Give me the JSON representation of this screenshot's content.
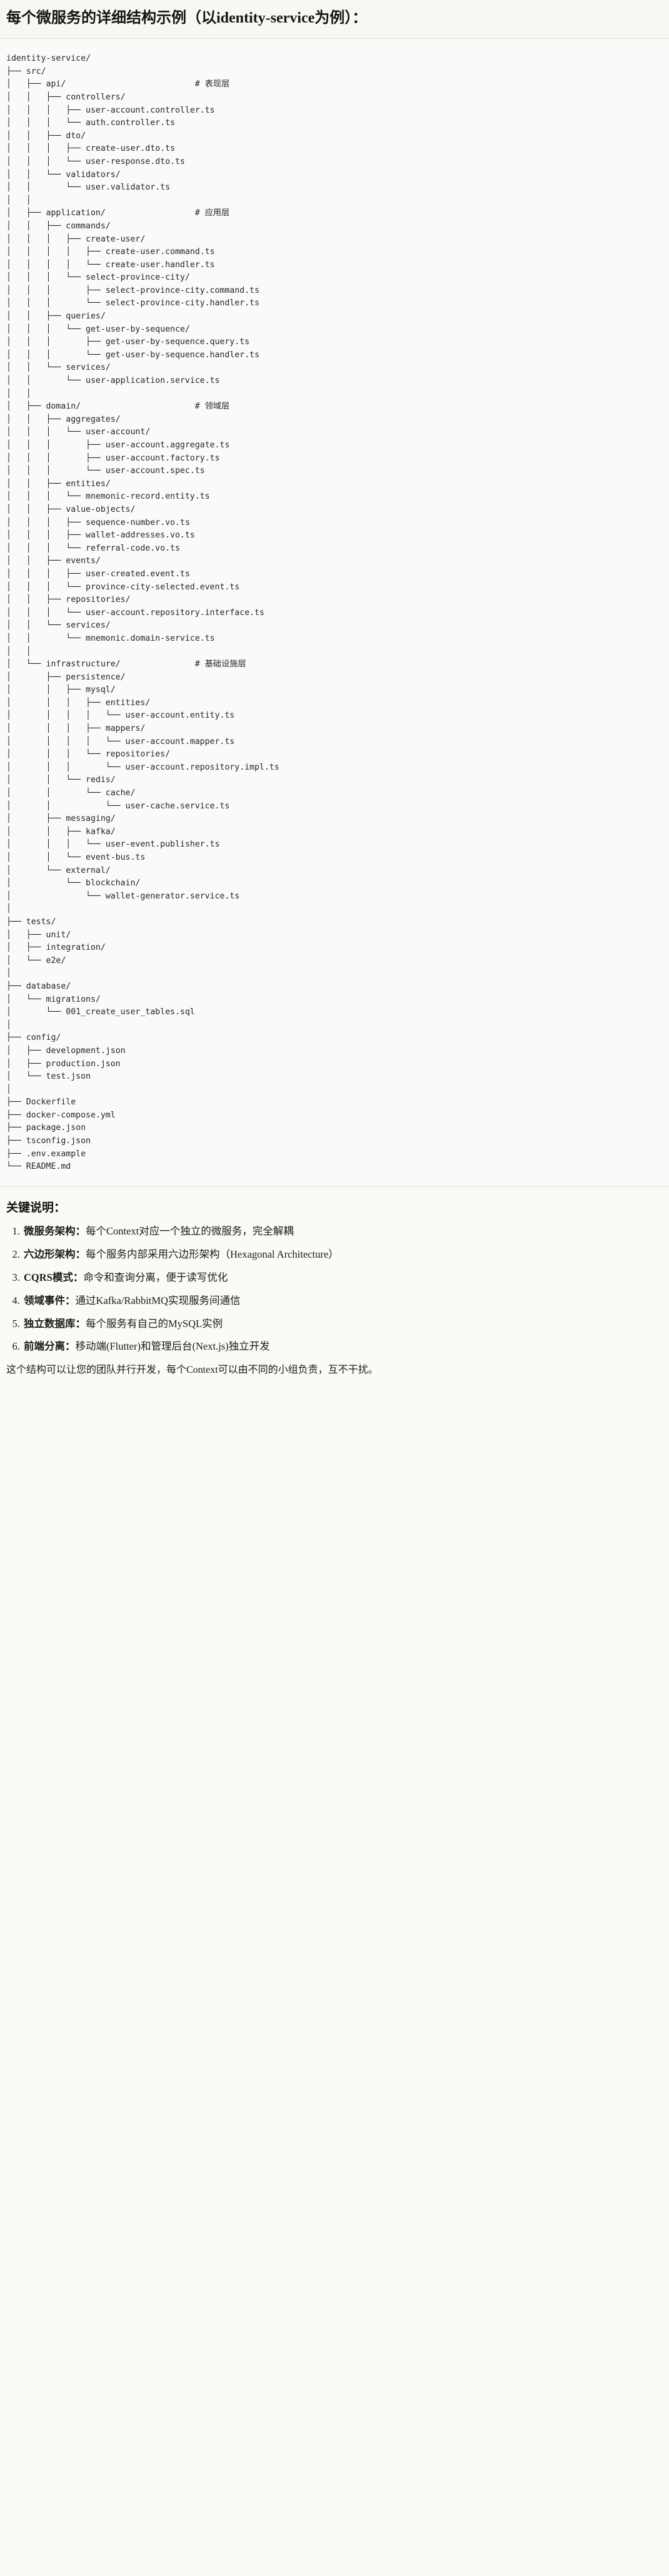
{
  "header": {
    "title": "每个微服务的详细结构示例（以identity-service为例）："
  },
  "tree": {
    "root_label": "identity-service/",
    "text": "identity-service/\n├── src/\n│   ├── api/                          # 表现层\n│   │   ├── controllers/\n│   │   │   ├── user-account.controller.ts\n│   │   │   └── auth.controller.ts\n│   │   ├── dto/\n│   │   │   ├── create-user.dto.ts\n│   │   │   └── user-response.dto.ts\n│   │   └── validators/\n│   │       └── user.validator.ts\n│   │\n│   ├── application/                  # 应用层\n│   │   ├── commands/\n│   │   │   ├── create-user/\n│   │   │   │   ├── create-user.command.ts\n│   │   │   │   └── create-user.handler.ts\n│   │   │   └── select-province-city/\n│   │   │       ├── select-province-city.command.ts\n│   │   │       └── select-province-city.handler.ts\n│   │   ├── queries/\n│   │   │   └── get-user-by-sequence/\n│   │   │       ├── get-user-by-sequence.query.ts\n│   │   │       └── get-user-by-sequence.handler.ts\n│   │   └── services/\n│   │       └── user-application.service.ts\n│   │\n│   ├── domain/                       # 领域层\n│   │   ├── aggregates/\n│   │   │   └── user-account/\n│   │   │       ├── user-account.aggregate.ts\n│   │   │       ├── user-account.factory.ts\n│   │   │       └── user-account.spec.ts\n│   │   ├── entities/\n│   │   │   └── mnemonic-record.entity.ts\n│   │   ├── value-objects/\n│   │   │   ├── sequence-number.vo.ts\n│   │   │   ├── wallet-addresses.vo.ts\n│   │   │   └── referral-code.vo.ts\n│   │   ├── events/\n│   │   │   ├── user-created.event.ts\n│   │   │   └── province-city-selected.event.ts\n│   │   ├── repositories/\n│   │   │   └── user-account.repository.interface.ts\n│   │   └── services/\n│   │       └── mnemonic.domain-service.ts\n│   │\n│   └── infrastructure/               # 基础设施层\n│       ├── persistence/\n│       │   ├── mysql/\n│       │   │   ├── entities/\n│       │   │   │   └── user-account.entity.ts\n│       │   │   ├── mappers/\n│       │   │   │   └── user-account.mapper.ts\n│       │   │   └── repositories/\n│       │   │       └── user-account.repository.impl.ts\n│       │   └── redis/\n│       │       └── cache/\n│       │           └── user-cache.service.ts\n│       ├── messaging/\n│       │   ├── kafka/\n│       │   │   └── user-event.publisher.ts\n│       │   └── event-bus.ts\n│       └── external/\n│           └── blockchain/\n│               └── wallet-generator.service.ts\n│\n├── tests/\n│   ├── unit/\n│   ├── integration/\n│   └── e2e/\n│\n├── database/\n│   └── migrations/\n│       └── 001_create_user_tables.sql\n│\n├── config/\n│   ├── development.json\n│   ├── production.json\n│   └── test.json\n│\n├── Dockerfile\n├── docker-compose.yml\n├── package.json\n├── tsconfig.json\n├── .env.example\n└── README.md"
  },
  "notes": {
    "heading": "关键说明：",
    "items": [
      {
        "term": "微服务架构",
        "sep": "：",
        "desc": "每个Context对应一个独立的微服务，完全解耦"
      },
      {
        "term": "六边形架构",
        "sep": "：",
        "desc": "每个服务内部采用六边形架构（Hexagonal Architecture）"
      },
      {
        "term": "CQRS模式",
        "sep": "：",
        "desc": "命令和查询分离，便于读写优化"
      },
      {
        "term": "领域事件",
        "sep": "：",
        "desc": "通过Kafka/RabbitMQ实现服务间通信"
      },
      {
        "term": "独立数据库",
        "sep": "：",
        "desc": "每个服务有自己的MySQL实例"
      },
      {
        "term": "前端分离",
        "sep": "：",
        "desc": "移动端(Flutter)和管理后台(Next.js)独立开发"
      }
    ],
    "closing": "这个结构可以让您的团队并行开发，每个Context可以由不同的小组负责，互不干扰。"
  },
  "theme": {
    "page_bg": "#fbfaf7",
    "header_bg": "#f8f7f3",
    "code_bg": "#fbfaf8",
    "rule_color": "#e2e0da",
    "text_color": "#1a1a1a",
    "code_text_color": "#22262b"
  }
}
